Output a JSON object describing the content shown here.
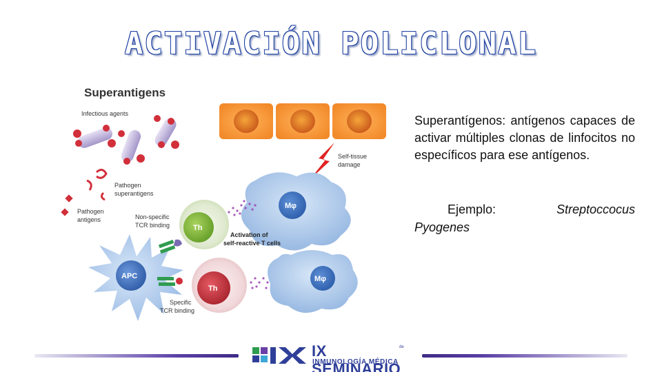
{
  "slide": {
    "title": "ACTIVACIÓN POLICLONAL"
  },
  "figure": {
    "heading": "Superantigens",
    "labels": {
      "infectious_agents": "Infectious agents",
      "pathogen_superantigens_1": "Pathogen",
      "pathogen_superantigens_2": "superantigens",
      "pathogen_antigens_1": "Pathogen",
      "pathogen_antigens_2": "antigens",
      "nonspecific_1": "Non-specific",
      "nonspecific_2": "TCR binding",
      "activation_1": "Activation of",
      "activation_2": "self-reactive T cells",
      "self_tissue_1": "Self-tissue",
      "self_tissue_2": "damage",
      "specific_1": "Specific",
      "specific_2": "TCR binding"
    },
    "cells": {
      "apc": "APC",
      "th": "Th",
      "macrophage": "Mφ"
    }
  },
  "text": {
    "term": "Superantígenos",
    "definition_lead": ":        antígenos capaces de activar múltiples clonas de linfocitos no específicos para ese antígenos.",
    "example_label": "Ejemplo:",
    "example_species_1": "Streptoccocus",
    "example_species_2": "Pyogenes"
  },
  "footer": {
    "logo_line_1": "IX SEMINARIO",
    "logo_de": "de",
    "logo_line_2": "INMUNOLOGÍA MÉDICA"
  },
  "colors": {
    "title_outline": "#1d3fa0",
    "brand": "#2f3f99",
    "bar": "#5b3fa6",
    "th_green": "#7fb03a",
    "th_red": "#c9303a",
    "apc_blue": "#4a78c8",
    "tissue_orange": "#f59a3c"
  }
}
